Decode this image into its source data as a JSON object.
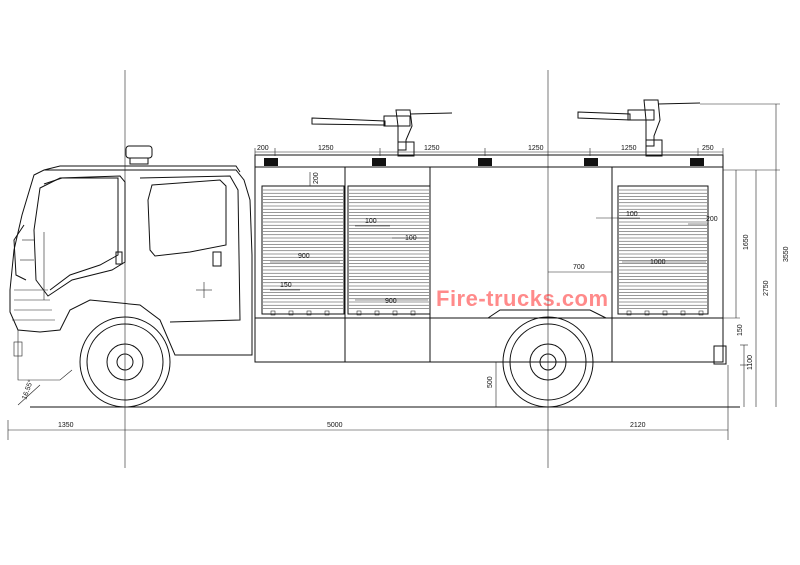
{
  "watermark": "Fire-trucks.com",
  "dimensions": {
    "top_segments": [
      "200",
      "1250",
      "1250",
      "1250",
      "1250",
      "250"
    ],
    "overall_length_parts": [
      "1350",
      "5000",
      "2120"
    ],
    "heights": [
      "1650",
      "2750",
      "3550",
      "150",
      "1100",
      "500"
    ],
    "door_sill": "200",
    "shutter_1_width": "900",
    "shutter_1_gap": "150",
    "shutter_2_top": "100",
    "shutter_2_side": "100",
    "shutter_2_width": "900",
    "shutter_3_top": "100",
    "shutter_3_width": "1000",
    "shutter_3_side": "200",
    "tank_offset": "700",
    "approach_angle": "16.55°"
  }
}
